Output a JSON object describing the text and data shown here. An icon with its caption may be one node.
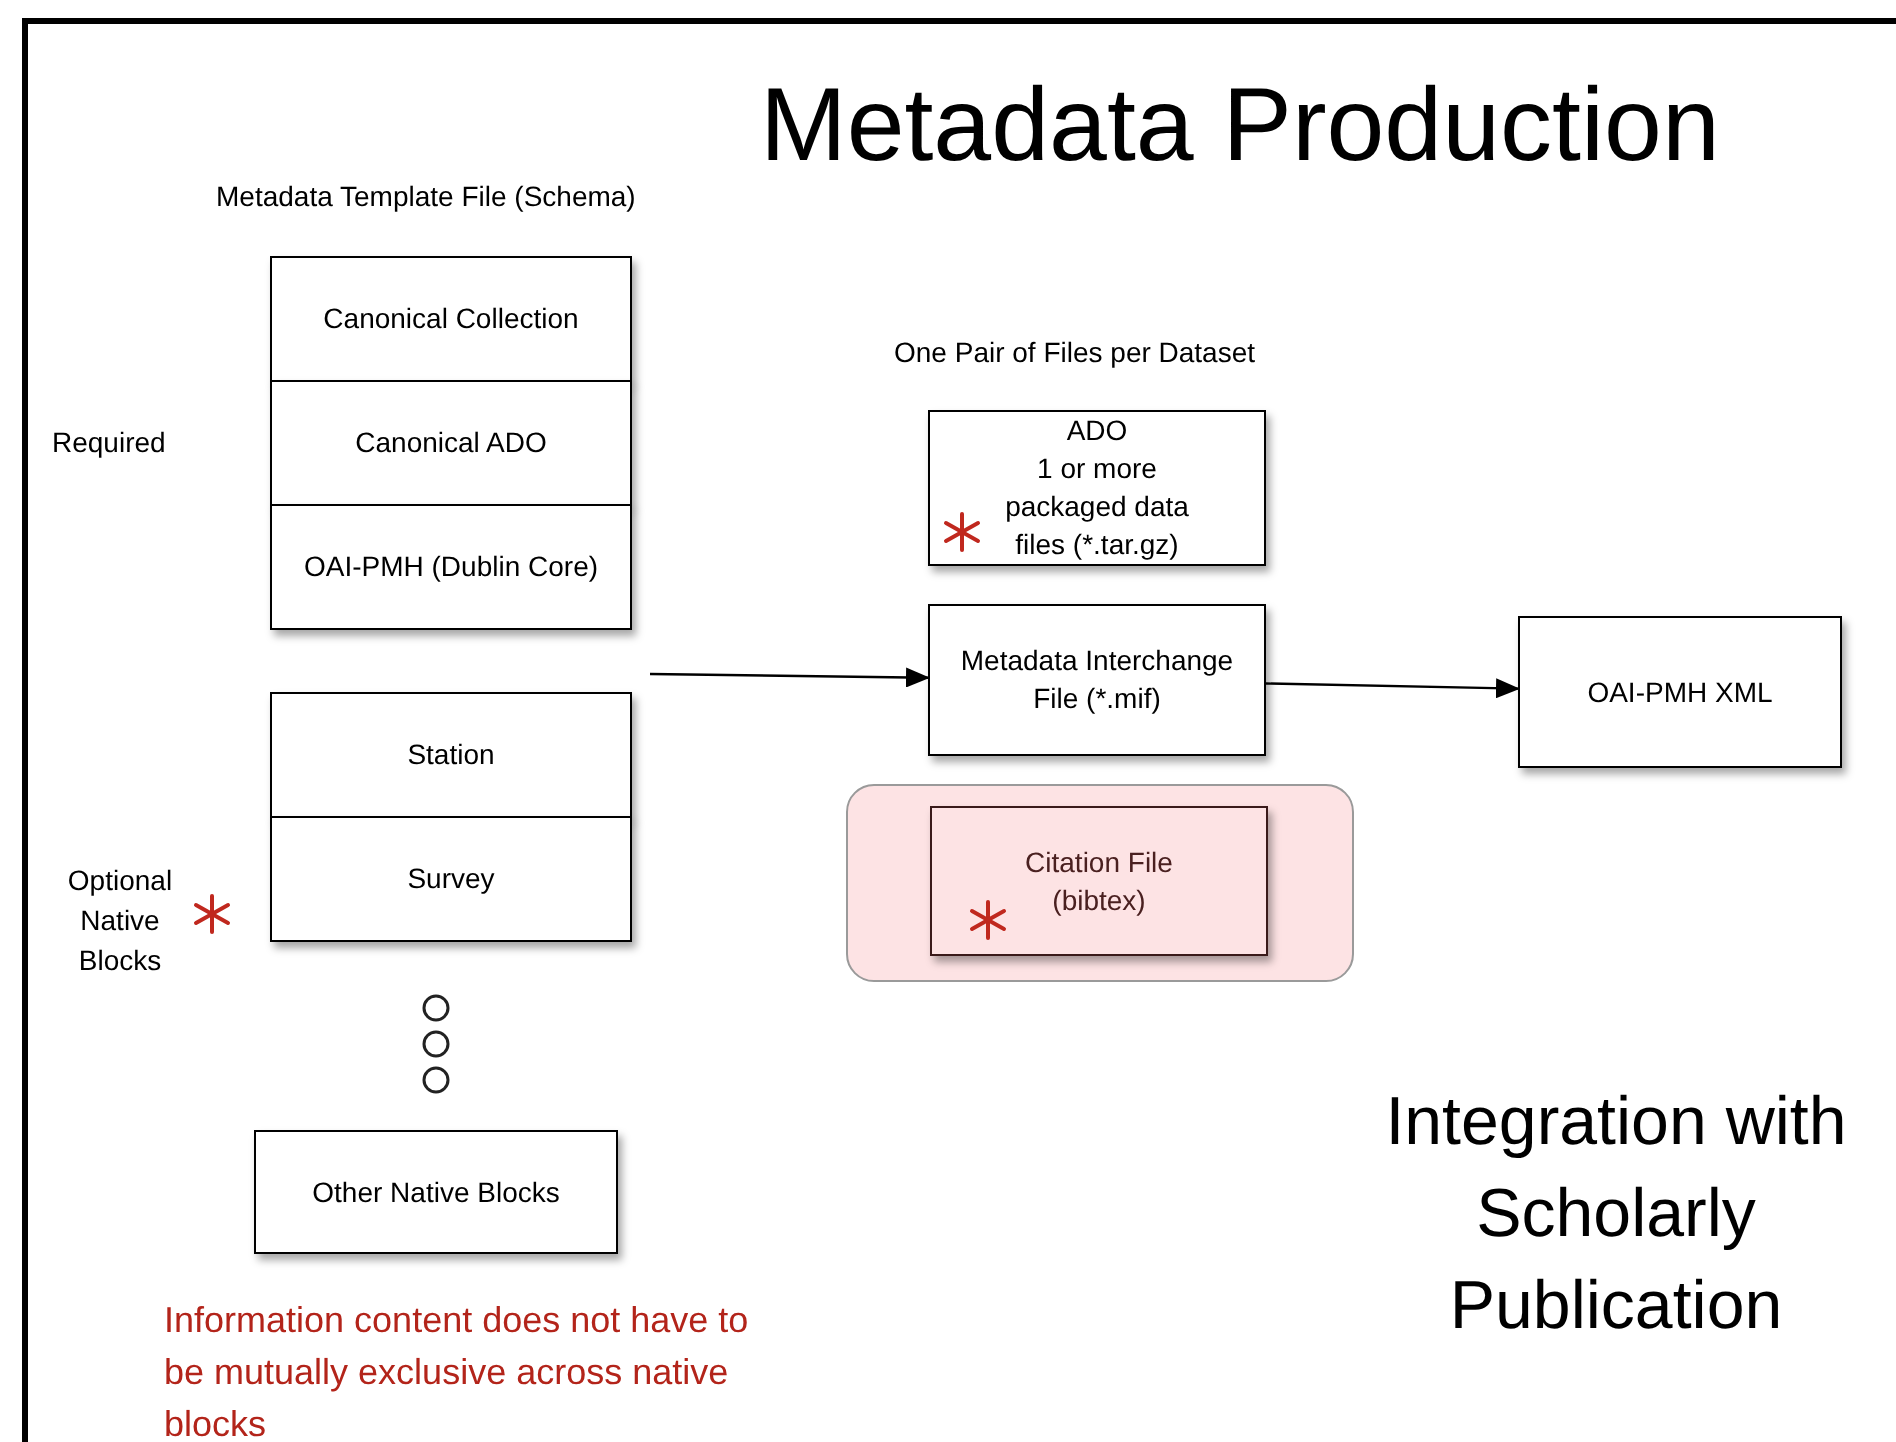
{
  "diagram": {
    "title": "Metadata Production",
    "nodes": [
      {
        "text": [
          "Canonical Collection"
        ]
      },
      {
        "text": [
          "Canonical ADO"
        ]
      },
      {
        "text": [
          "OAI-PMH (Dublin Core)"
        ]
      },
      {
        "text": [
          "Station"
        ]
      },
      {
        "text": [
          "Survey"
        ]
      },
      {
        "text": [
          "Other Native Blocks"
        ]
      },
      {
        "text": [
          "ADO",
          "1 or more packaged data files (*.tar.gz)"
        ]
      },
      {
        "text": [
          "Metadata Interchange File (*.mif)"
        ]
      },
      {
        "text": [
          "OAI-PMH XML"
        ]
      },
      {
        "text": [],
        "shape": "box"
      },
      {
        "text": [
          "Citation File (bibtex)"
        ],
        "in": 9
      }
    ],
    "edges": [
      {
        "from": null,
        "to": 7,
        "arrow": "to"
      },
      {
        "from": 7,
        "to": 8,
        "arrow": "to"
      }
    ],
    "labels": [
      "Metadata Template File (Schema)",
      "Required",
      "One Pair of Files per Dataset",
      "Optional Native Blocks",
      "Integration with Scholarly Publication",
      "Information content does not have to be mutually exclusive across native blocks"
    ]
  }
}
